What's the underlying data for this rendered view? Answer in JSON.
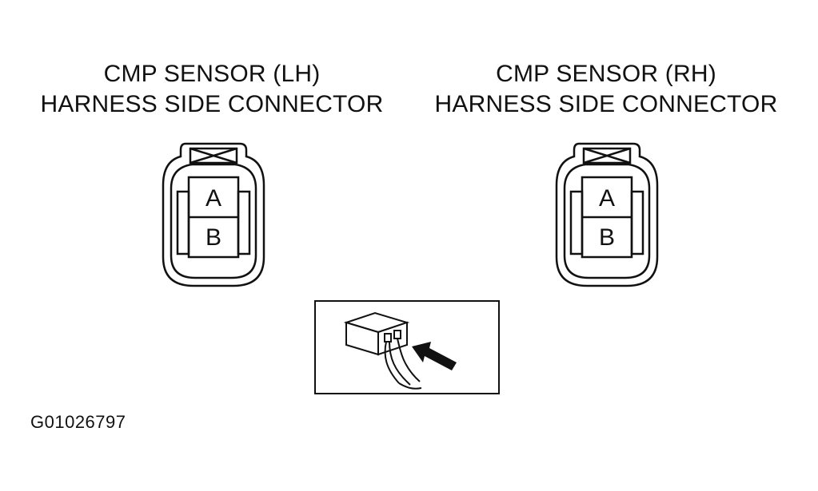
{
  "connectors": [
    {
      "title_line1": "CMP SENSOR (LH)",
      "title_line2": "HARNESS SIDE CONNECTOR",
      "pins": [
        "A",
        "B"
      ]
    },
    {
      "title_line1": "CMP SENSOR (RH)",
      "title_line2": "HARNESS SIDE CONNECTOR",
      "pins": [
        "A",
        "B"
      ]
    }
  ],
  "figure_id": "G01026797",
  "icons": {
    "connector": "connector-face-icon",
    "probe": "probe-inset-icon",
    "arrow": "arrow-icon"
  },
  "colors": {
    "line": "#111111",
    "background": "#ffffff"
  }
}
